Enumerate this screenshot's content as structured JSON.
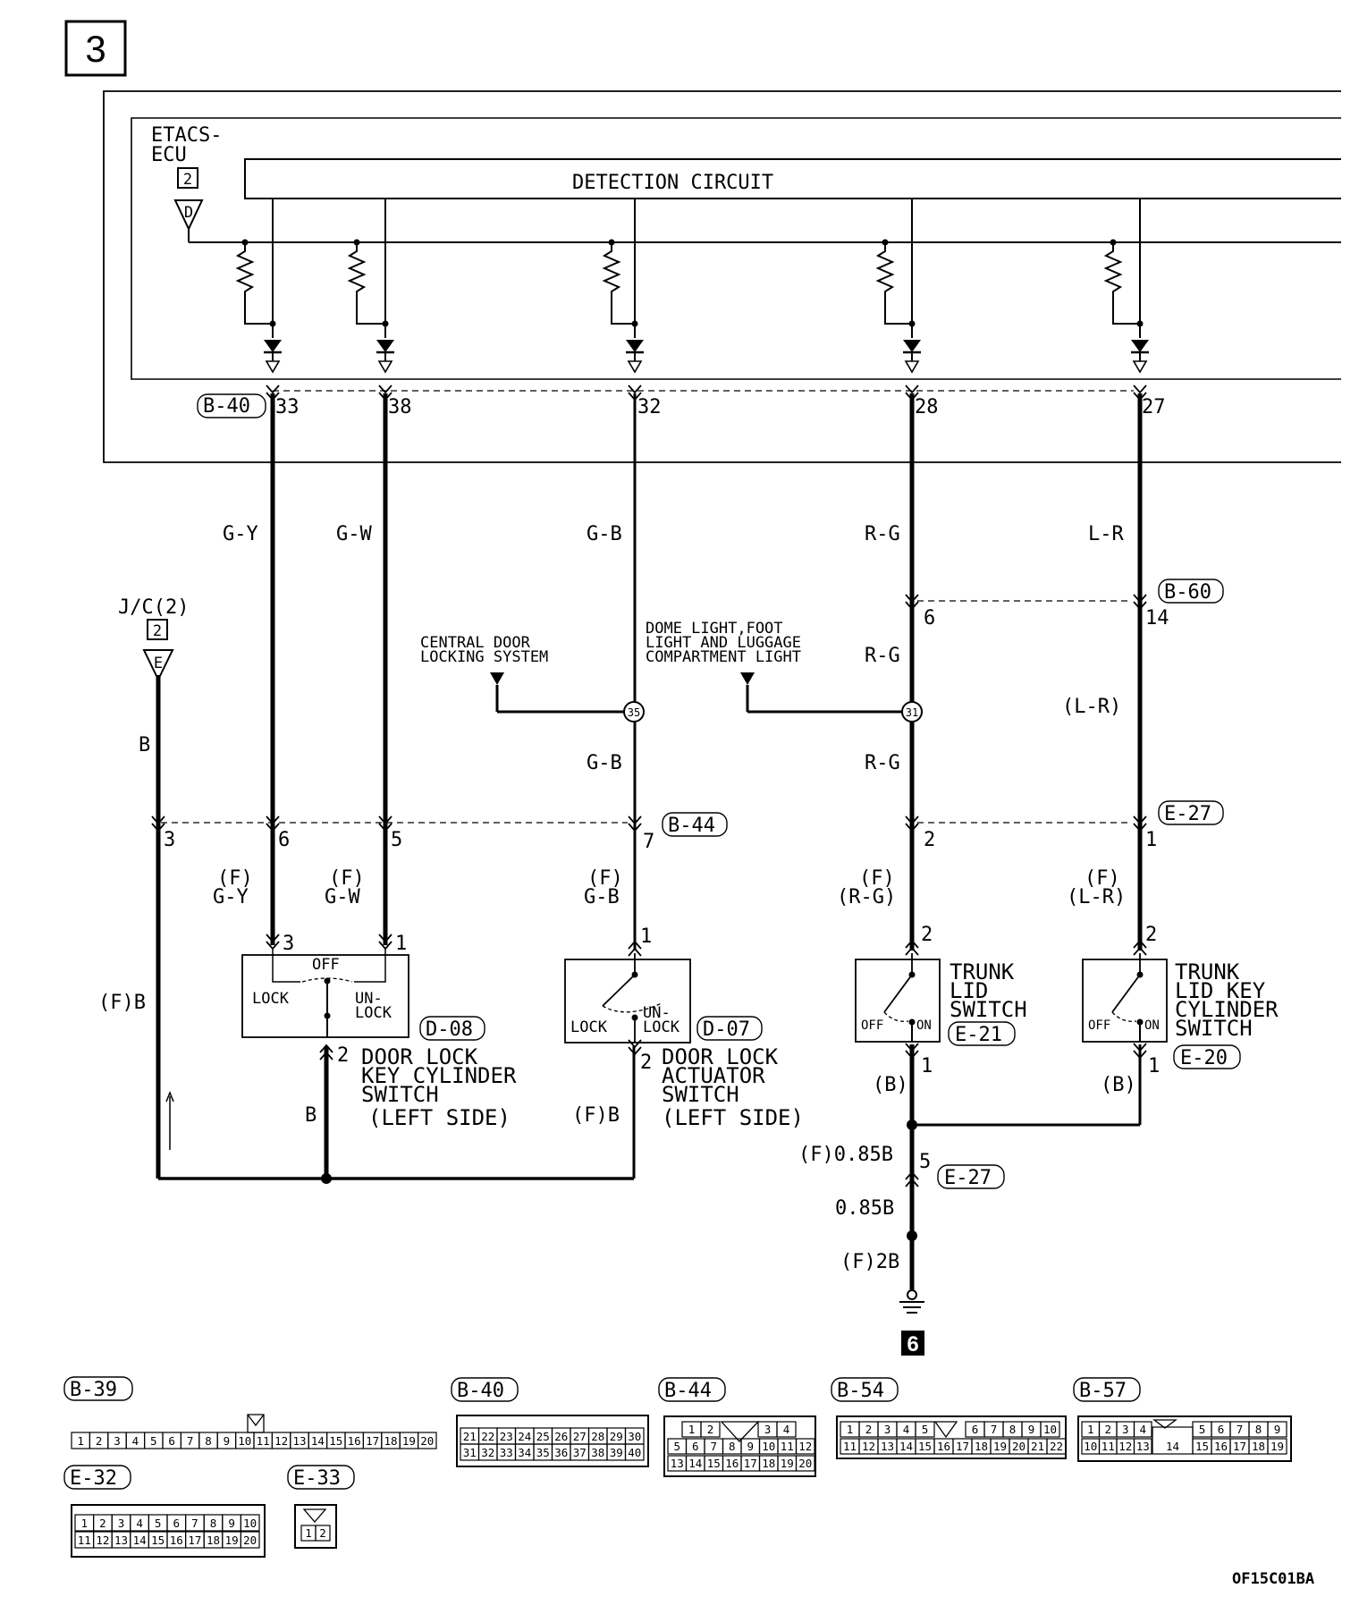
{
  "page_number": "3",
  "ecu": {
    "name_l1": "ETACS-",
    "name_l2": "ECU",
    "ref": "2",
    "ground_tag": "D",
    "detection_circuit": "DETECTION CIRCUIT"
  },
  "connectors": {
    "b40": "B-40",
    "b60": "B-60",
    "b44": "B-44",
    "e27": "E-27",
    "d08": "D-08",
    "d07": "D-07",
    "e21": "E-21",
    "e20": "E-20"
  },
  "pins": {
    "b40_33": "33",
    "b40_38": "38",
    "b40_32": "32",
    "b40_28": "28",
    "b40_27": "27",
    "b60_6": "6",
    "b60_14": "14",
    "j3": "3",
    "j6": "6",
    "j5": "5",
    "b44_7": "7",
    "e27_2": "2",
    "e27_1": "1",
    "d08_3": "3",
    "d08_1": "1",
    "d08_2": "2",
    "d07_1": "1",
    "d07_2": "2",
    "e21_2": "2",
    "e21_1": "1",
    "e20_2": "2",
    "e20_1": "1",
    "e27_5": "5"
  },
  "wires": {
    "gy": "G-Y",
    "gw": "G-W",
    "gb": "G-B",
    "rg": "R-G",
    "lr": "L-R",
    "rg2": "R-G",
    "lr2": "(L-R)",
    "rg3": "R-G",
    "gb2": "G-B",
    "b": "B",
    "f1": "(F)",
    "gy2": "G-Y",
    "f2": "(F)",
    "gw2": "G-W",
    "f3": "(F)",
    "gb3": "G-B",
    "f4": "(F)",
    "rg4": "(R-G)",
    "f5": "(F)",
    "lr3": "(L-R)",
    "fb": "(F)B",
    "b2": "B",
    "fb2": "(F)B",
    "b3": "(B)",
    "b4": "(B)",
    "f085": "(F)0.85B",
    "b085": "0.85B",
    "f2b": "(F)2B"
  },
  "jc": {
    "label": "J/C(2)",
    "ref": "2",
    "ground_tag": "E"
  },
  "splices": {
    "s35": "35",
    "s31": "31"
  },
  "remote": {
    "cdl_l1": "CENTRAL DOOR",
    "cdl_l2": "LOCKING SYSTEM",
    "dome_l1": "DOME LIGHT,FOOT",
    "dome_l2": "LIGHT AND LUGGAGE",
    "dome_l3": "COMPARTMENT LIGHT"
  },
  "components": {
    "d08": {
      "l1": "DOOR LOCK",
      "l2": "KEY CYLINDER",
      "l3": "SWITCH",
      "l4": "(LEFT SIDE)",
      "off": "OFF",
      "lock": "LOCK",
      "un": "UN-",
      "unlock": "LOCK"
    },
    "d07": {
      "l1": "DOOR LOCK",
      "l2": "ACTUATOR",
      "l3": "SWITCH",
      "l4": "(LEFT SIDE)",
      "lock": "LOCK",
      "un": "UN-",
      "unlock": "LOCK"
    },
    "e21": {
      "l1": "TRUNK",
      "l2": "LID",
      "l3": "SWITCH",
      "off": "OFF",
      "on": "ON"
    },
    "e20": {
      "l1": "TRUNK",
      "l2": "LID KEY",
      "l3": "CYLINDER",
      "l4": "SWITCH",
      "off": "OFF",
      "on": "ON"
    }
  },
  "ground": {
    "ref": "6"
  },
  "connector_views": {
    "b39": {
      "label": "B-39",
      "pins": [
        "1",
        "2",
        "3",
        "4",
        "5",
        "6",
        "7",
        "8",
        "9",
        "10",
        "11",
        "12",
        "13",
        "14",
        "15",
        "16",
        "17",
        "18",
        "19",
        "20"
      ]
    },
    "b40": {
      "label": "B-40",
      "row1": [
        "21",
        "22",
        "23",
        "24",
        "25",
        "26",
        "27",
        "28",
        "29",
        "30"
      ],
      "row2": [
        "31",
        "32",
        "33",
        "34",
        "35",
        "36",
        "37",
        "38",
        "39",
        "40"
      ]
    },
    "b44": {
      "label": "B-44",
      "row1": [
        "1",
        "2",
        "3",
        "4"
      ],
      "row2": [
        "5",
        "6",
        "7",
        "8",
        "9",
        "10",
        "11",
        "12"
      ],
      "row3": [
        "13",
        "14",
        "15",
        "16",
        "17",
        "18",
        "19",
        "20"
      ]
    },
    "b54": {
      "label": "B-54",
      "row1": [
        "1",
        "2",
        "3",
        "4",
        "5",
        "6",
        "7",
        "8",
        "9",
        "10"
      ],
      "row2": [
        "11",
        "12",
        "13",
        "14",
        "15",
        "16",
        "17",
        "18",
        "19",
        "20",
        "21",
        "22"
      ]
    },
    "b57": {
      "label": "B-57",
      "row1": [
        "1",
        "2",
        "3",
        "4",
        "5",
        "6",
        "7",
        "8",
        "9"
      ],
      "row2": [
        "10",
        "11",
        "12",
        "13",
        "14",
        "15",
        "16",
        "17",
        "18",
        "19"
      ]
    },
    "e32": {
      "label": "E-32",
      "row1": [
        "1",
        "2",
        "3",
        "4",
        "5",
        "6",
        "7",
        "8",
        "9",
        "10"
      ],
      "row2": [
        "11",
        "12",
        "13",
        "14",
        "15",
        "16",
        "17",
        "18",
        "19",
        "20"
      ]
    },
    "e33": {
      "label": "E-33",
      "pins": [
        "1",
        "2"
      ]
    }
  },
  "drawing_code": "OF15C01BA"
}
